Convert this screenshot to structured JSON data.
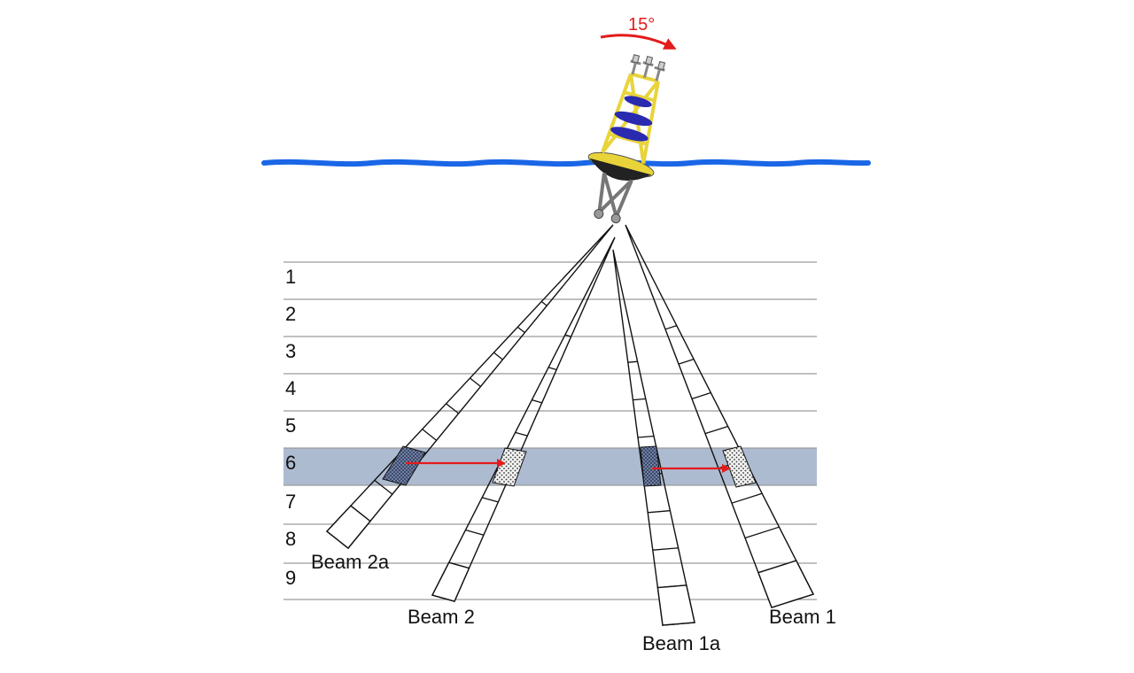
{
  "rotation": {
    "label": "15°",
    "color": "#e31b1b"
  },
  "bins": [
    "1",
    "2",
    "3",
    "4",
    "5",
    "6",
    "7",
    "8",
    "9"
  ],
  "highlighted_bin": "6",
  "beams": [
    {
      "id": "beam-2a",
      "label": "Beam 2a"
    },
    {
      "id": "beam-2",
      "label": "Beam 2"
    },
    {
      "id": "beam-1a",
      "label": "Beam 1a"
    },
    {
      "id": "beam-1",
      "label": "Beam 1"
    }
  ],
  "colors": {
    "water": "#1a66e6",
    "highlight_band": "#adbbd1",
    "arrow": "#e31b1b",
    "buoy_frame": "#e8d43a",
    "buoy_floats": "#2a2ab0",
    "buoy_hull": "#222222"
  },
  "icons": {
    "buoy": "adcp-buoy-icon",
    "rotation": "curved-arrow-icon"
  }
}
